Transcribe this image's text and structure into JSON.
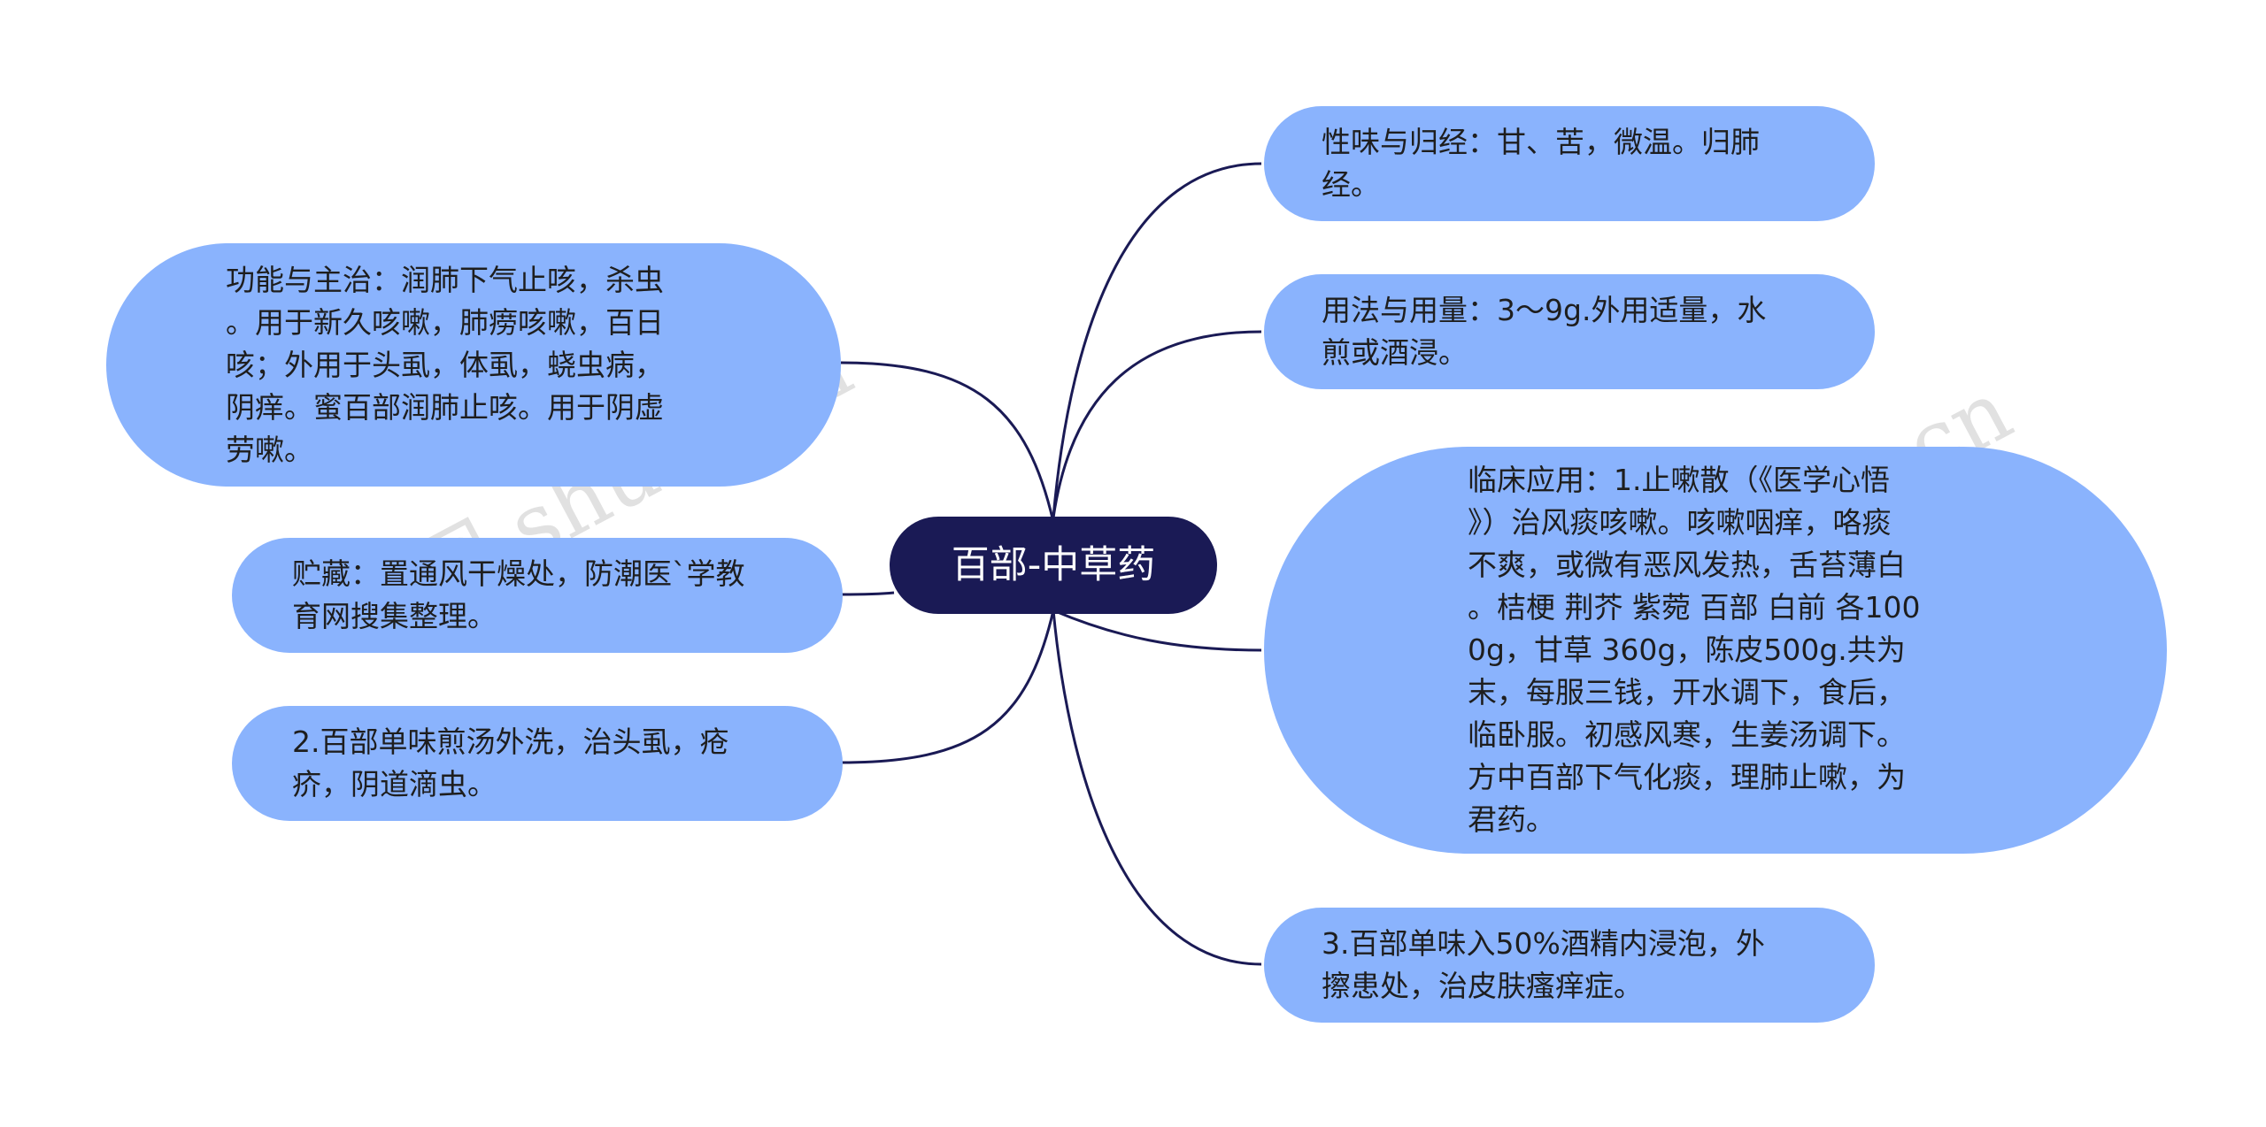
{
  "root": {
    "label": "百部-中草药"
  },
  "branches": {
    "xingwei": "性味与归经：甘、苦，微温。归肺\n经。",
    "yongfa": "用法与用量：3～9g.外用适量，水\n煎或酒浸。",
    "linchuang": "临床应用：1.止嗽散（《医学心悟\n》）治风痰咳嗽。咳嗽咽痒，咯痰\n不爽，或微有恶风发热，舌苔薄白\n。桔梗 荆芥 紫菀 百部 白前 各100\n0g，甘草 360g，陈皮500g.共为\n末，每服三钱，开水调下，食后，\n临卧服。初感风寒，生姜汤调下。\n方中百部下气化痰，理肺止嗽，为\n君药。",
    "jiujing": "3.百部单味入50%酒精内浸泡，外\n擦患处，治皮肤瘙痒症。",
    "gongneng": "功能与主治：润肺下气止咳，杀虫\n。用于新久咳嗽，肺痨咳嗽，百日\n咳；外用于头虱，体虱，蛲虫病，\n阴痒。蜜百部润肺止咳。用于阴虚\n劳嗽。",
    "zhucang": "贮藏：置通风干燥处，防潮医`学教\n育网搜集整理。",
    "jiantang": "2.百部单味煎汤外洗，治头虱，疮\n疥，阴道滴虫。"
  },
  "watermarks": [
    "树图 shutu.cn",
    "树图 shutu.cn"
  ],
  "colors": {
    "root_bg": "#1a1a55",
    "node_bg": "#8ab3fd",
    "connector": "#1a1a55"
  }
}
